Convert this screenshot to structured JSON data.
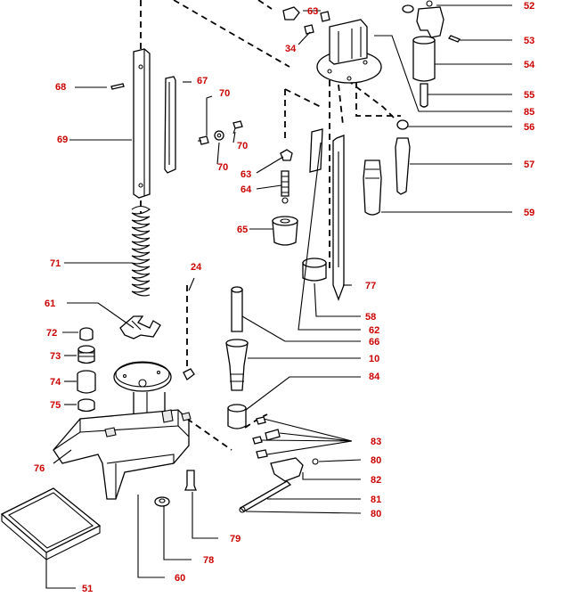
{
  "diagram": {
    "callouts": {
      "c52": "52",
      "c53": "53",
      "c54": "54",
      "c55": "55",
      "c85": "85",
      "c56": "56",
      "c57": "57",
      "c59": "59",
      "c63a": "63",
      "c34": "34",
      "c68": "68",
      "c67": "67",
      "c70a": "70",
      "c69": "69",
      "c70b": "70",
      "c70c": "70",
      "c63b": "63",
      "c64": "64",
      "c65": "65",
      "c71": "71",
      "c24": "24",
      "c77": "77",
      "c58": "58",
      "c61": "61",
      "c62": "62",
      "c66": "66",
      "c72": "72",
      "c10": "10",
      "c73": "73",
      "c84": "84",
      "c74": "74",
      "c75": "75",
      "c83": "83",
      "c76": "76",
      "c80a": "80",
      "c82": "82",
      "c81": "81",
      "c80b": "80",
      "c79": "79",
      "c51": "51",
      "c78": "78",
      "c60": "60"
    }
  }
}
